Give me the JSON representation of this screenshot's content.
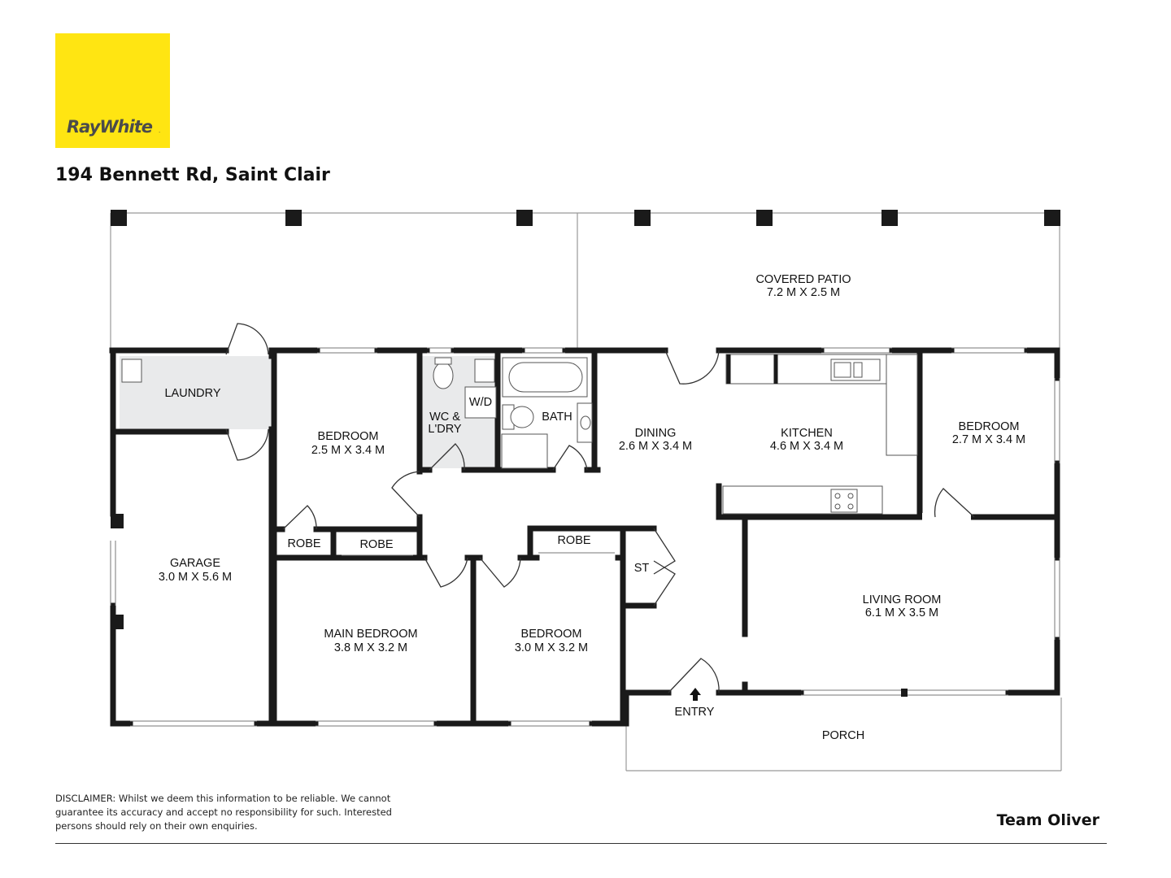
{
  "brand": {
    "logo_text": "RayWhite",
    "logo_color": "#ffe512",
    "logo_text_color": "#4b4b4b"
  },
  "address": "194 Bennett Rd, Saint Clair",
  "rooms": {
    "covered_patio": {
      "name": "COVERED PATIO",
      "size": "7.2 M X 2.5 M"
    },
    "laundry": {
      "name": "LAUNDRY"
    },
    "bedroom_a": {
      "name": "BEDROOM",
      "size": "2.5 M X 3.4 M"
    },
    "wc": {
      "name_line1": "WC &",
      "name_line2": "L'DRY"
    },
    "wd": {
      "name": "W/D"
    },
    "bath": {
      "name": "BATH"
    },
    "dining": {
      "name": "DINING",
      "size": "2.6 M X 3.4 M"
    },
    "kitchen": {
      "name": "KITCHEN",
      "size": "4.6 M X 3.4 M"
    },
    "bedroom_b": {
      "name": "BEDROOM",
      "size": "2.7 M X 3.4 M"
    },
    "garage": {
      "name": "GARAGE",
      "size": "3.0 M X 5.6 M"
    },
    "robe_1": {
      "name": "ROBE"
    },
    "robe_2": {
      "name": "ROBE"
    },
    "robe_3": {
      "name": "ROBE"
    },
    "st": {
      "name": "ST"
    },
    "main_bedroom": {
      "name": "MAIN BEDROOM",
      "size": "3.8 M X 3.2 M"
    },
    "bedroom_c": {
      "name": "BEDROOM",
      "size": "3.0 M X 3.2 M"
    },
    "living_room": {
      "name": "LIVING ROOM",
      "size": "6.1 M X 3.5 M"
    },
    "entry": {
      "name": "ENTRY"
    },
    "porch": {
      "name": "PORCH"
    }
  },
  "disclaimer": "DISCLAIMER: Whilst we deem this information to be reliable. We cannot guarantee its accuracy and accept no responsibility for such. Interested persons should rely on their own enquiries.",
  "team": "Team Oliver"
}
